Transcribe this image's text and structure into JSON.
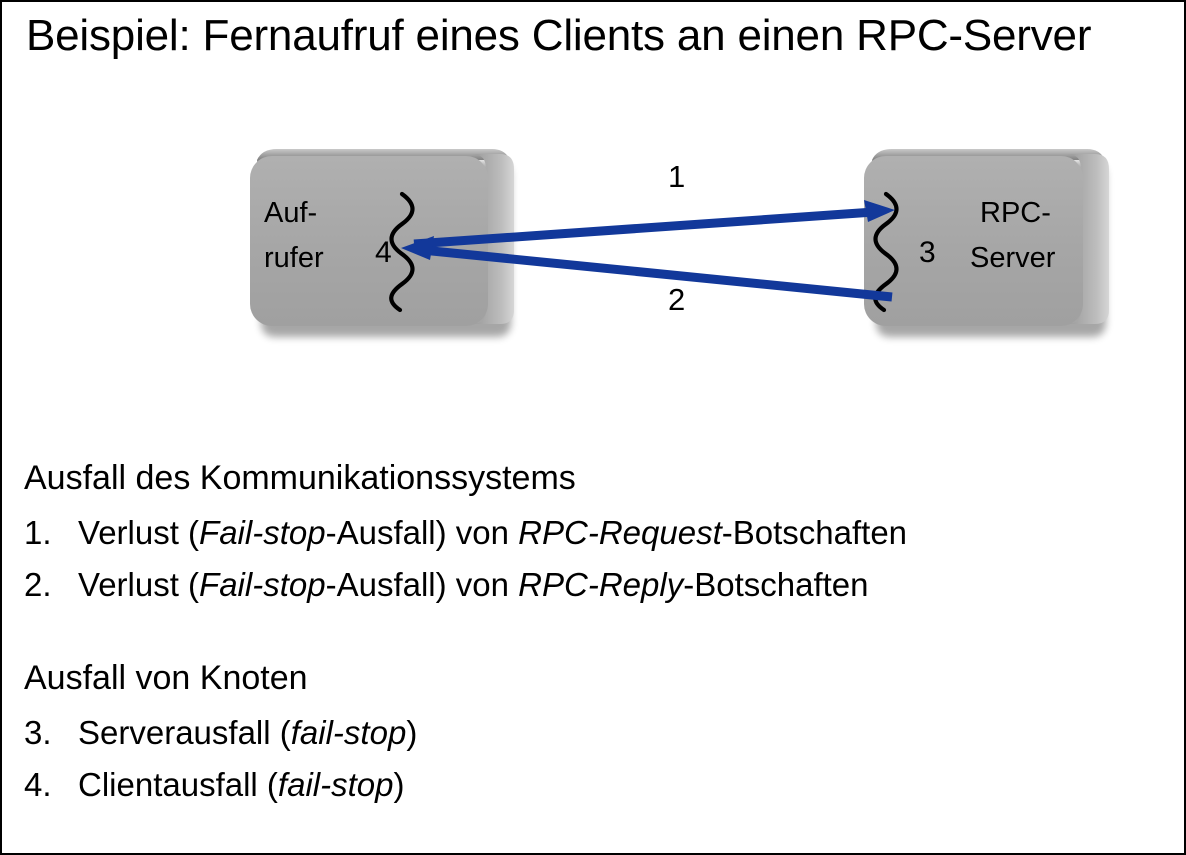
{
  "slide": {
    "title": "Beispiel: Fernaufruf eines Clients an einen RPC-Server",
    "border_color": "#000000",
    "background": "#ffffff"
  },
  "diagram": {
    "type": "sequence-boxes",
    "accent_color": "#12389A",
    "box_front_color": "#a6a6a6",
    "box_top_color": "#888888",
    "box_side_color": "#9a9a9a",
    "nodes": [
      {
        "id": "client",
        "label_line1": "Auf-",
        "label_line2": "rufer",
        "fault_number": "4",
        "squiggle": "lifeline-break-squiggle"
      },
      {
        "id": "server",
        "label_line1": "RPC-",
        "label_line2": "Server",
        "fault_number": "3",
        "squiggle": "lifeline-break-squiggle"
      }
    ],
    "arrows": [
      {
        "id": "request",
        "label": "1",
        "direction": "client-to-server",
        "arrowhead": "end"
      },
      {
        "id": "reply",
        "label": "2",
        "direction": "server-to-client",
        "arrowhead": "end"
      }
    ]
  },
  "content": {
    "section1": {
      "heading": "Ausfall des Kommunikationssystems",
      "items": [
        {
          "number": "1.",
          "parts": [
            {
              "text": "Verlust (",
              "italic": false
            },
            {
              "text": "Fail-stop",
              "italic": true
            },
            {
              "text": "-Ausfall) von ",
              "italic": false
            },
            {
              "text": "RPC-Request",
              "italic": true
            },
            {
              "text": "-Botschaften",
              "italic": false
            }
          ]
        },
        {
          "number": "2.",
          "parts": [
            {
              "text": "Verlust (",
              "italic": false
            },
            {
              "text": "Fail-stop",
              "italic": true
            },
            {
              "text": "-Ausfall) von ",
              "italic": false
            },
            {
              "text": "RPC-Reply",
              "italic": true
            },
            {
              "text": "-Botschaften",
              "italic": false
            }
          ]
        }
      ]
    },
    "section2": {
      "heading": "Ausfall von Knoten",
      "items": [
        {
          "number": "3.",
          "parts": [
            {
              "text": "Serverausfall (",
              "italic": false
            },
            {
              "text": "fail-stop",
              "italic": true
            },
            {
              "text": ")",
              "italic": false
            }
          ]
        },
        {
          "number": "4.",
          "parts": [
            {
              "text": "Clientausfall (",
              "italic": false
            },
            {
              "text": "fail-stop",
              "italic": true
            },
            {
              "text": ")",
              "italic": false
            }
          ]
        }
      ]
    }
  }
}
